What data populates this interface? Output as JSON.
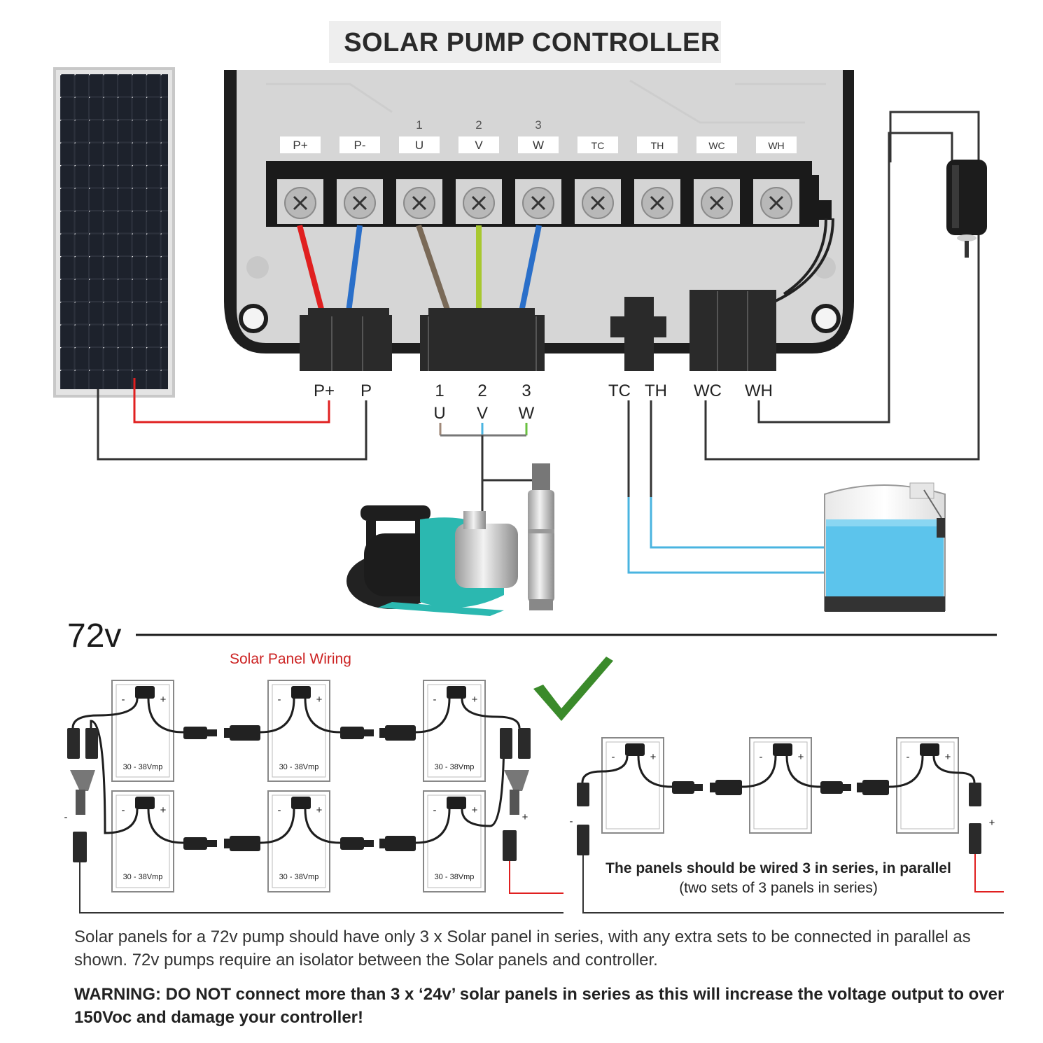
{
  "diagram_title": "SOLAR PUMP CONTROLLER",
  "terminals": [
    {
      "label": "P+",
      "number": ""
    },
    {
      "label": "P-",
      "number": ""
    },
    {
      "label": "U",
      "number": "1"
    },
    {
      "label": "V",
      "number": "2"
    },
    {
      "label": "W",
      "number": "3"
    },
    {
      "label": "TC",
      "number": ""
    },
    {
      "label": "TH",
      "number": ""
    },
    {
      "label": "WC",
      "number": ""
    },
    {
      "label": "WH",
      "number": ""
    }
  ],
  "plug_labels": {
    "p_plus": "P+",
    "p": "P",
    "n1": "1",
    "u": "U",
    "n2": "2",
    "v": "V",
    "n3": "3",
    "w": "W",
    "tc": "TC",
    "th": "TH",
    "wc": "WC",
    "wh": "WH"
  },
  "section_voltage": "72v",
  "wiring_title": "Solar Panel Wiring",
  "panel_rating": "30 - 38Vmp",
  "polarity": {
    "minus": "-",
    "plus": "+"
  },
  "right_note": {
    "line1": "The panels should be wired 3 in series, in parallel",
    "line2": "(two sets of 3 panels in series)"
  },
  "body_text": "Solar panels for a 72v pump should have only 3 x Solar panel in series, with any extra sets to be connected in parallel as shown. 72v pumps require an isolator between the Solar panels and controller.",
  "warning": {
    "bold_prefix": "WARNING: DO NOT",
    "rest": " connect more than 3 x ‘24v’ solar panels in series as this will increase the voltage output to over 150Voc and damage your controller!"
  },
  "colors": {
    "positive_wire": "#e02020",
    "negative_wire": "#2a6fc9",
    "u_wire": "#7a6a58",
    "v_wire": "#a8c830",
    "sensor_wire": "#4ab4e0",
    "water": "#5cc4ec",
    "check": "#3a8a2a",
    "pump_body": "#2bb8b0"
  }
}
